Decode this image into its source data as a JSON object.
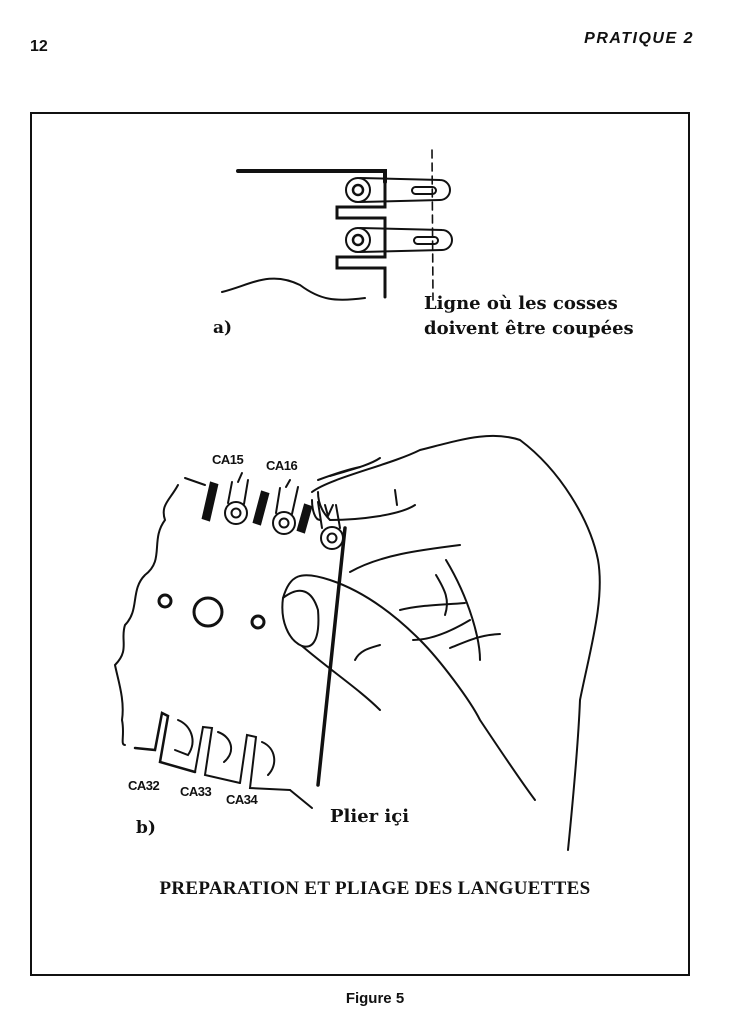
{
  "header": {
    "page_number": "12",
    "running_title": "PRATIQUE 2"
  },
  "figure": {
    "part_a": {
      "label": "a)",
      "annotation_line1": "Ligne où les cosses",
      "annotation_line2": "doivent être coupées"
    },
    "part_b": {
      "label": "b)",
      "tags": [
        "CA15",
        "CA16",
        "CA32",
        "CA33",
        "CA34"
      ],
      "annotation": "Plier içi"
    },
    "title": "PREPARATION ET PLIAGE DES LANGUETTES"
  },
  "caption": "Figure 5"
}
